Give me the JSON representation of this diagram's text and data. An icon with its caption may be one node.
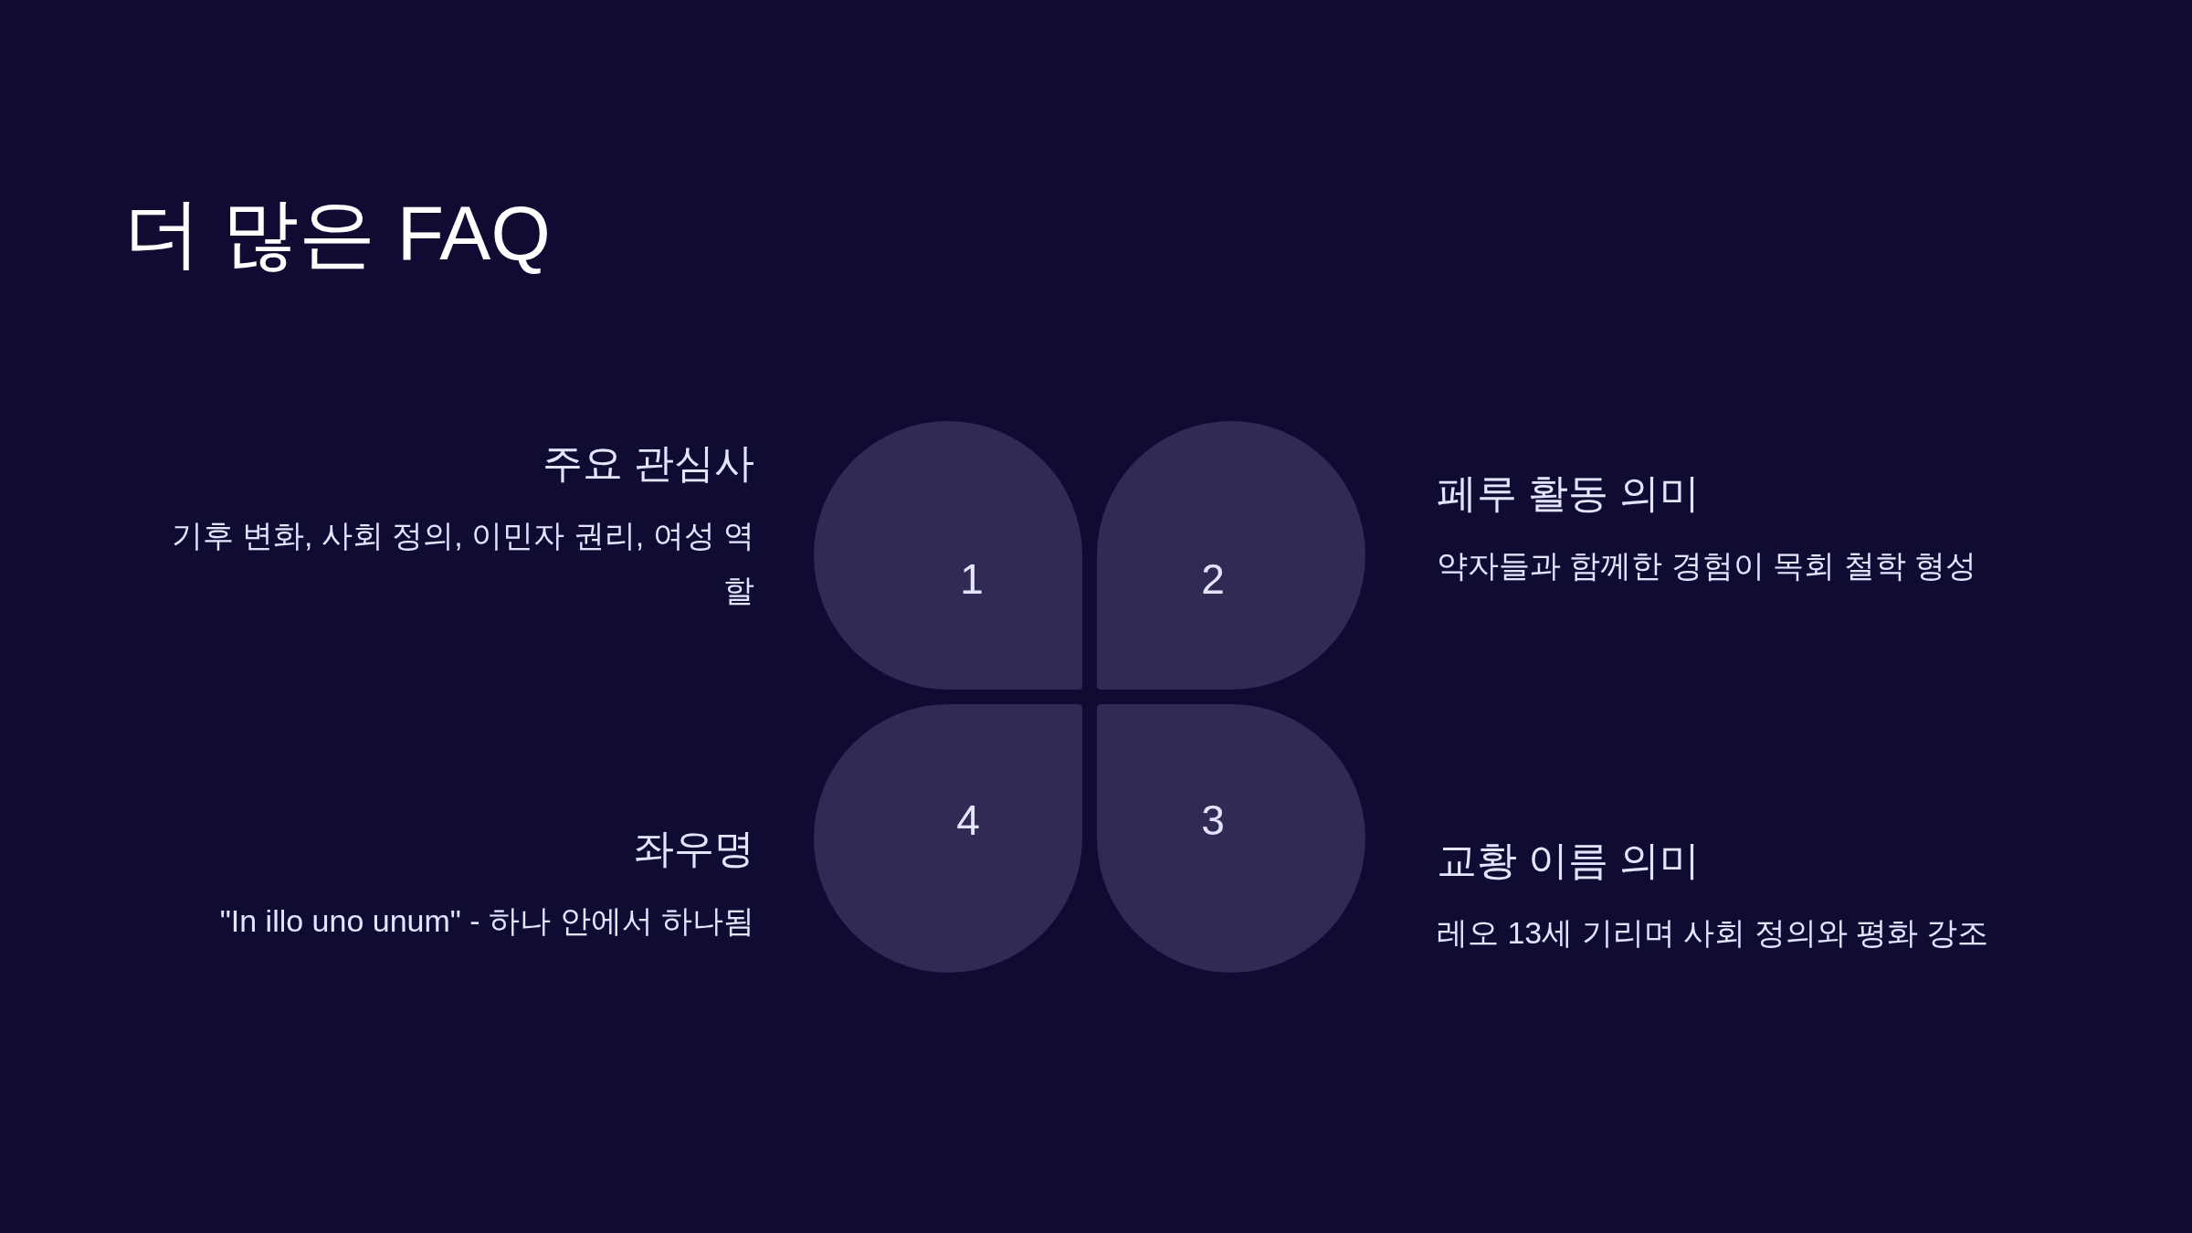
{
  "diagram": {
    "title": "더 많은 FAQ",
    "nodes": [
      {
        "text": [
          "1"
        ],
        "beside": [
          "주요 관심사",
          "기후 변화, 사회 정의, 이민자 권리, 여성 역할"
        ]
      },
      {
        "text": [
          "2"
        ],
        "beside": [
          "페루 활동 의미",
          "약자들과 함께한 경험이 목회 철학 형성"
        ]
      },
      {
        "text": [
          "3"
        ],
        "beside": [
          "교황 이름 의미",
          "레오 13세 기리며 사회 정의와 평화 강조"
        ]
      },
      {
        "text": [
          "4"
        ],
        "beside": [
          "좌우명",
          "\"In illo uno unum\" - 하나 안에서 하나됨"
        ]
      }
    ]
  }
}
